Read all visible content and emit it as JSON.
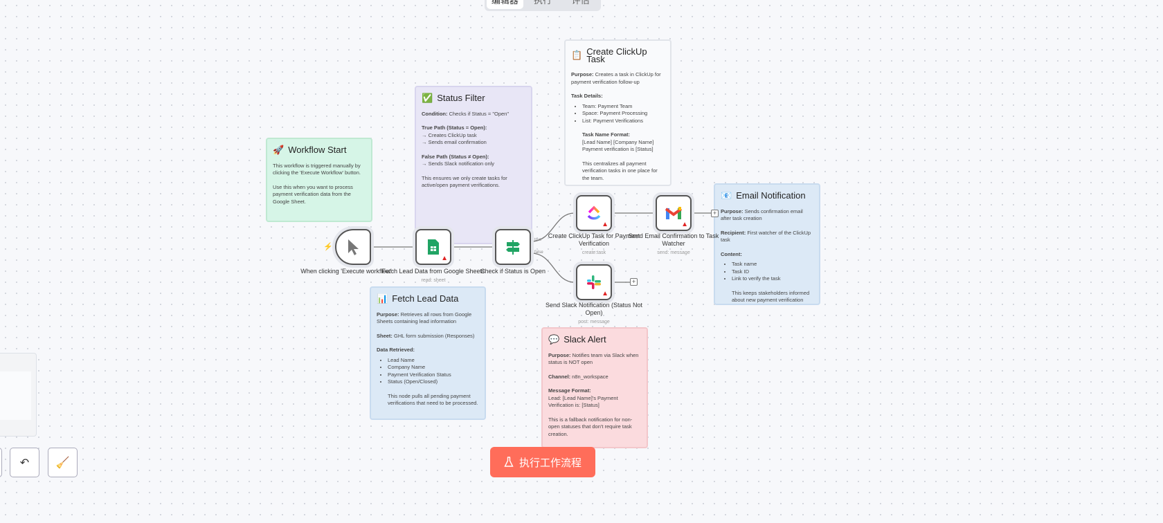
{
  "tabs": [
    {
      "label": "编辑器",
      "active": true
    },
    {
      "label": "执行",
      "active": false
    },
    {
      "label": "评估",
      "active": false
    }
  ],
  "notes": {
    "workflow_start": {
      "icon": "🚀",
      "title": "Workflow Start",
      "p1": "This workflow is triggered manually by clicking the 'Execute Workflow' button.",
      "p2": "Use this when you want to process payment verification data from the Google Sheet."
    },
    "status_filter": {
      "icon": "✅",
      "title": "Status Filter",
      "cond_label": "Condition:",
      "cond": " Checks if Status = \"Open\"",
      "true_label": "True Path (Status = Open):",
      "true1": "→ Creates ClickUp task",
      "true2": "→ Sends email confirmation",
      "false_label": "False Path (Status ≠ Open):",
      "false1": "→ Sends Slack notification only",
      "footer": "This ensures we only create tasks for active/open payment verifications."
    },
    "clickup": {
      "icon": "📋",
      "title": "Create ClickUp Task",
      "purpose_label": "Purpose:",
      "purpose": " Creates a task in ClickUp for payment verification follow-up",
      "details_label": "Task Details:",
      "details": [
        "Team: Payment Team",
        "Space: Payment Processing",
        "List: Payment Verifications"
      ],
      "format_label": "Task Name Format:",
      "format1": "[Lead Name] [Company Name]",
      "format2": "Payment verification is [Status]",
      "footer": "This centralizes all payment verification tasks in one place for the team."
    },
    "email": {
      "icon": "📧",
      "title": "Email Notification",
      "purpose_label": "Purpose:",
      "purpose": " Sends confirmation email after task creation",
      "recipient_label": "Recipient:",
      "recipient": " First watcher of the ClickUp task",
      "content_label": "Content:",
      "content": [
        "Task name",
        "Task ID",
        "Link to verify the task"
      ],
      "footer": "This keeps stakeholders informed about new payment verification tasks."
    },
    "fetch": {
      "icon": "📊",
      "title": "Fetch Lead Data",
      "purpose_label": "Purpose:",
      "purpose": " Retrieves all rows from Google Sheets containing lead information",
      "sheet_label": "Sheet:",
      "sheet": " GHL form submission (Responses)",
      "data_label": "Data Retrieved:",
      "data": [
        "Lead Name",
        "Company Name",
        "Payment Verification Status",
        "Status (Open/Closed)"
      ],
      "footer": "This node pulls all pending payment verifications that need to be processed."
    },
    "slack": {
      "icon": "💬",
      "title": "Slack Alert",
      "purpose_label": "Purpose:",
      "purpose": " Notifies team via Slack when status is NOT open",
      "channel_label": "Channel:",
      "channel": " n8n_workspace",
      "format_label": "Message Format:",
      "format1": "Lead: [Lead Name]'s Payment",
      "format2": "Verification is: [Status]",
      "footer": "This is a fallback notification for non-open statuses that don't require task creation."
    }
  },
  "nodes": {
    "trigger": {
      "label": "When clicking 'Execute workflow'",
      "icon": "cursor-icon"
    },
    "sheets": {
      "label": "Fetch Lead Data from Google Sheets",
      "sub": "read: sheet",
      "icon": "google-sheets-icon"
    },
    "if": {
      "label": "Check if Status is Open",
      "icon": "signpost-icon",
      "true_label": "true",
      "false_label": "false"
    },
    "clickup": {
      "label": "Create ClickUp Task for Payment Verification",
      "sub": "create:task",
      "icon": "clickup-icon"
    },
    "gmail": {
      "label": "Send Email Confirmation to Task Watcher",
      "sub": "send: message",
      "icon": "gmail-icon"
    },
    "slack": {
      "label": "Send Slack Notification (Status Not Open)",
      "sub": "post: message",
      "icon": "slack-icon"
    }
  },
  "execute_button": {
    "label": "执行工作流程",
    "color": "#ff6d5a"
  },
  "colors": {
    "warning": "#e02424",
    "accent": "#ff6d5a"
  }
}
